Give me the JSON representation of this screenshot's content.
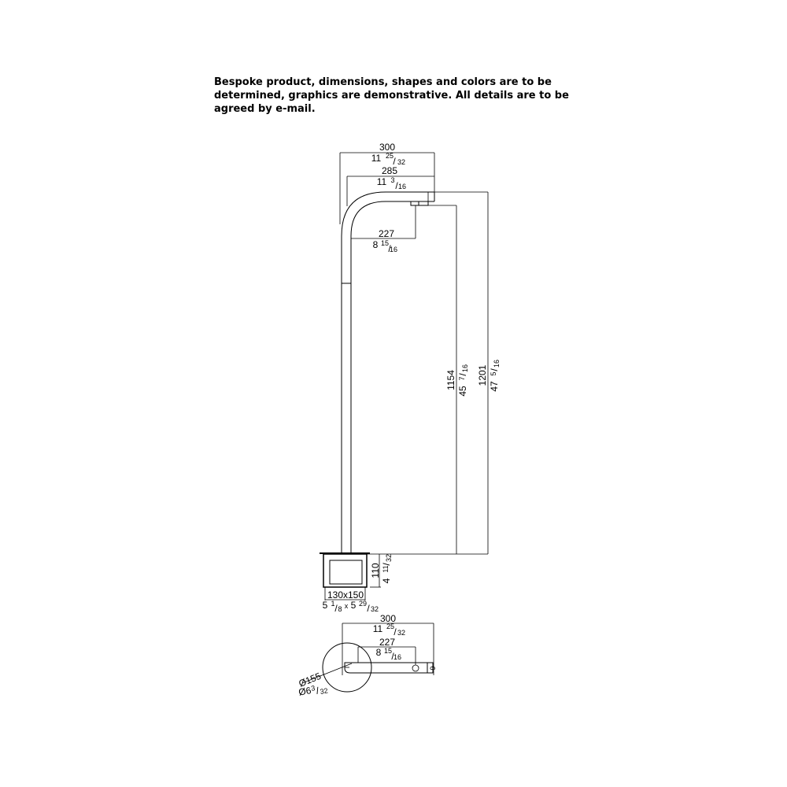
{
  "note": {
    "lines": [
      "Bespoke product, dimensions, shapes and colors are to be",
      "determined, graphics are demonstrative. All details are to be",
      "agreed by e-mail."
    ]
  },
  "side_view": {
    "width_total": {
      "mm": "300",
      "in_whole": "11",
      "in_num": "25",
      "in_den": "32"
    },
    "width_spout": {
      "mm": "285",
      "in_whole": "11",
      "in_num": "3",
      "in_den": "16"
    },
    "reach": {
      "mm": "227",
      "in_whole": "8",
      "in_num": "15",
      "in_den": "16"
    },
    "height_outlet": {
      "mm": "1154",
      "in_whole": "45",
      "in_num": "7",
      "in_den": "16"
    },
    "height_total": {
      "mm": "1201",
      "in_whole": "47",
      "in_num": "5",
      "in_den": "16"
    },
    "base_height": {
      "mm": "110",
      "in_whole": "4",
      "in_num": "11",
      "in_den": "32"
    },
    "base_size": {
      "mm": "130x150",
      "in_a_whole": "5",
      "in_a_num": "1",
      "in_a_den": "8",
      "times": "x",
      "in_b_whole": "5",
      "in_b_num": "29",
      "in_b_den": "32"
    }
  },
  "top_view": {
    "width_total": {
      "mm": "300",
      "in_whole": "11",
      "in_num": "25",
      "in_den": "32"
    },
    "reach": {
      "mm": "227",
      "in_whole": "8",
      "in_num": "15",
      "in_den": "16"
    },
    "diameter": {
      "mm": "Ø155",
      "in_prefix": "Ø6",
      "in_num": "3",
      "in_den": "32"
    },
    "end_size": "9"
  }
}
